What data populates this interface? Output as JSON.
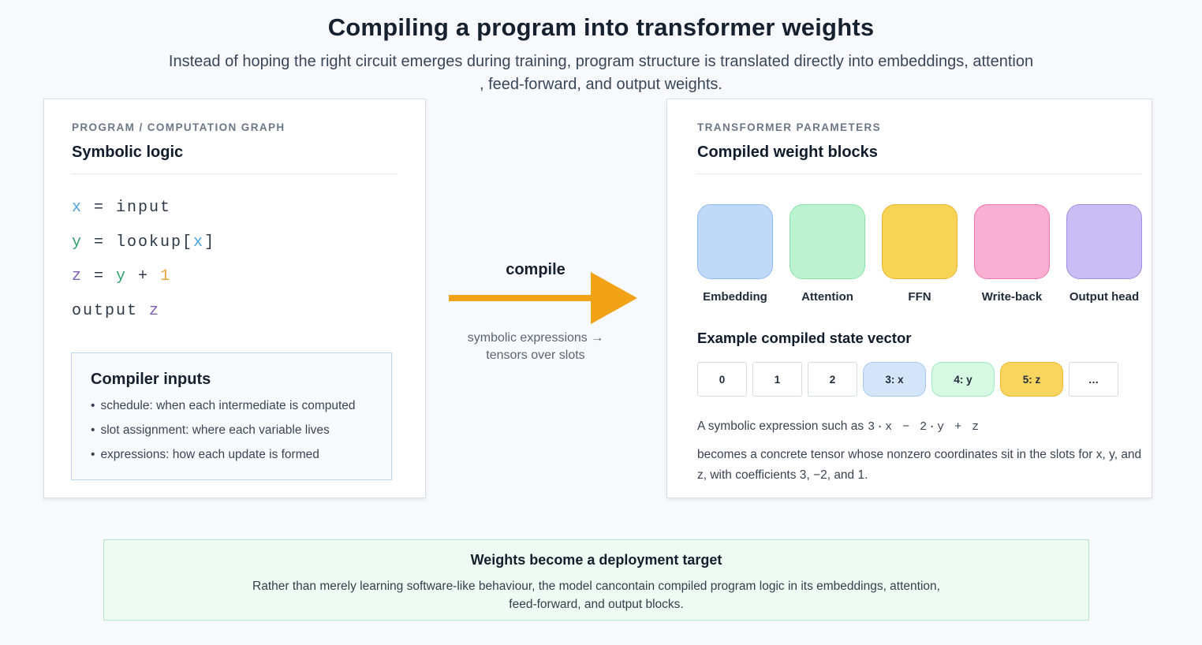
{
  "header": {
    "title": "Compiling a program into transformer weights",
    "subtitle_lines": [
      "Instead of hoping the right circuit emerges during training, program structure is translated directly into embeddings, attention",
      ", feed-forward, and output weights."
    ]
  },
  "program_panel": {
    "eyebrow": "PROGRAM / COMPUTATION GRAPH",
    "heading": "Symbolic logic",
    "code": {
      "colors": {
        "x": "#4BA3DC",
        "y": "#35A06E",
        "z": "#7E60B5",
        "num": "#E8A43C",
        "default": "#2E3947"
      },
      "lines": [
        [
          {
            "t": "x",
            "c": "x"
          },
          {
            "t": " = input",
            "c": "default"
          }
        ],
        [
          {
            "t": "y",
            "c": "y"
          },
          {
            "t": " = lookup[",
            "c": "default"
          },
          {
            "t": "x",
            "c": "x"
          },
          {
            "t": "]",
            "c": "default"
          }
        ],
        [
          {
            "t": "z",
            "c": "z"
          },
          {
            "t": " = ",
            "c": "default"
          },
          {
            "t": "y",
            "c": "y"
          },
          {
            "t": " + ",
            "c": "default"
          },
          {
            "t": "1",
            "c": "num"
          }
        ],
        [
          {
            "t": "output ",
            "c": "default"
          },
          {
            "t": "z",
            "c": "z"
          }
        ]
      ]
    },
    "compiler_inputs": {
      "heading": "Compiler inputs",
      "bullets": [
        "schedule: when each intermediate is computed",
        "slot assignment: where each variable lives",
        "expressions: how each update is formed"
      ]
    }
  },
  "compile_step": {
    "label": "compile",
    "arrow_color": "#F2A217",
    "caption_lines": [
      "symbolic expressions →",
      "tensors over slots"
    ]
  },
  "transformer_panel": {
    "eyebrow": "TRANSFORMER PARAMETERS",
    "heading": "Compiled weight blocks",
    "blocks": [
      {
        "label": "Embedding",
        "fill": "#BFDAF8",
        "border": "#8FB9EE"
      },
      {
        "label": "Attention",
        "fill": "#BCF2CF",
        "border": "#84E5A8"
      },
      {
        "label": "FFN",
        "fill": "#F8D456",
        "border": "#EDB32F"
      },
      {
        "label": "Write-back",
        "fill": "#F8AFD2",
        "border": "#F175AE"
      },
      {
        "label": "Output head",
        "fill": "#CABDF3",
        "border": "#A18CE0"
      }
    ],
    "state_vector": {
      "heading": "Example compiled state vector",
      "slots": [
        {
          "label": "0"
        },
        {
          "label": "1"
        },
        {
          "label": "2"
        },
        {
          "label": "3: x",
          "fill": "#D4E5F9",
          "border": "#A8C8EF"
        },
        {
          "label": "4: y",
          "fill": "#D7F8E2",
          "border": "#9FEBBE"
        },
        {
          "label": "5: z",
          "fill": "#F8D55E",
          "border": "#EFB931"
        },
        {
          "label": "…"
        }
      ]
    },
    "expression_intro": "A symbolic expression such as",
    "expression_code": "3·x − 2·y + z",
    "description": "becomes a concrete tensor whose nonzero coordinates sit in the slots for x, y, and z, with coefficients 3, −2, and 1."
  },
  "deployment_note": {
    "heading": "Weights become a deployment target",
    "body_lines": [
      "Rather than merely learning software-like behaviour, the model cancontain compiled program logic in its embeddings, attention,",
      "feed-forward, and output blocks."
    ]
  }
}
